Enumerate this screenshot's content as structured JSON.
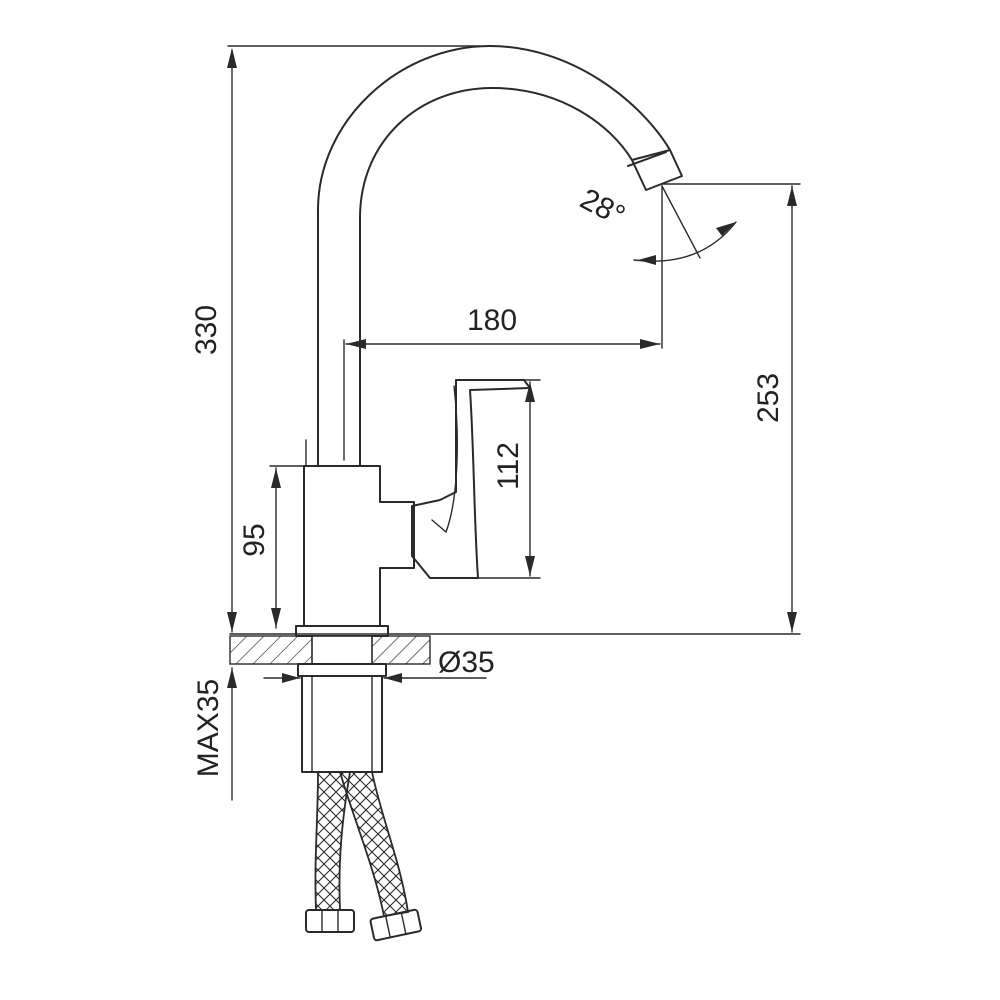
{
  "drawing": {
    "dimensions": {
      "total_height": "330",
      "spout_reach": "180",
      "spout_height": "253",
      "handle_height": "112",
      "body_height": "95",
      "hole_diameter": "Ø35",
      "max_deck_thickness": "MAX35",
      "spout_angle": "28°"
    },
    "colors": {
      "line": "#2a2a2a",
      "text": "#222222",
      "background": "#ffffff"
    }
  }
}
